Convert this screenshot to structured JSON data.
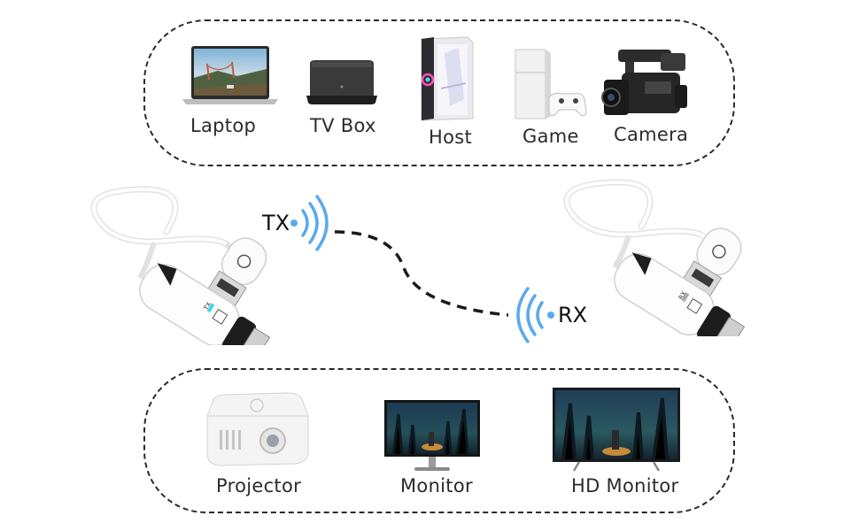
{
  "sources": [
    {
      "label": "Laptop",
      "icon": "laptop-icon"
    },
    {
      "label": "TV Box",
      "icon": "tv-box-icon"
    },
    {
      "label": "Host",
      "icon": "pc-tower-icon"
    },
    {
      "label": "Game",
      "icon": "game-console-icon"
    },
    {
      "label": "Camera",
      "icon": "camcorder-icon"
    }
  ],
  "transmitter": {
    "label": "TX",
    "device_marking": "TX",
    "icon": "hdmi-transmitter-icon"
  },
  "receiver": {
    "label": "RX",
    "device_marking": "RX",
    "icon": "hdmi-receiver-icon"
  },
  "displays": [
    {
      "label": "Projector",
      "icon": "projector-icon"
    },
    {
      "label": "Monitor",
      "icon": "monitor-icon"
    },
    {
      "label": "HD Monitor",
      "icon": "tv-icon"
    }
  ],
  "colors": {
    "border": "#2a2a2a",
    "signal": "#5aa9f0",
    "device_body": "#ffffff",
    "device_black": "#1c1c1c"
  }
}
